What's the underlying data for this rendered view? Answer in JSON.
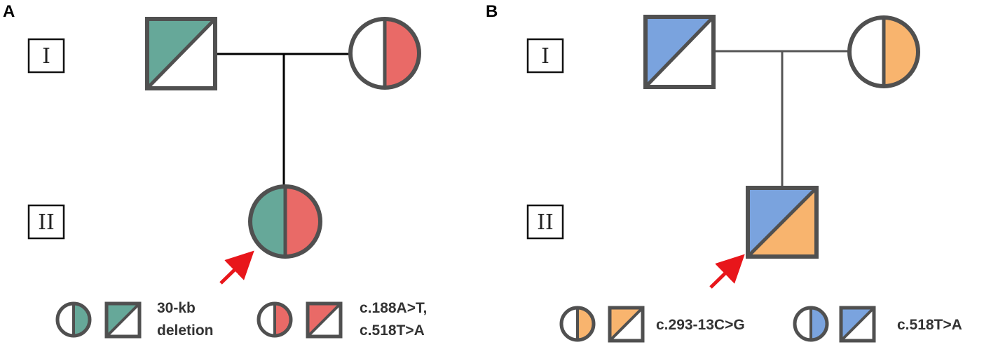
{
  "colors": {
    "outline": "#505050",
    "teal": "#66a899",
    "red": "#e96a67",
    "blue": "#7aa3de",
    "orange": "#f8b46e",
    "arrow": "#e8161b",
    "line_a": "#000000",
    "line_b": "#555555"
  },
  "panel_a": {
    "label": "A",
    "generations": [
      "I",
      "II"
    ],
    "legend": [
      {
        "lines": [
          "30-kb",
          "deletion"
        ],
        "color": "teal"
      },
      {
        "lines": [
          "c.188A>T,",
          "c.518T>A"
        ],
        "color": "red"
      }
    ]
  },
  "panel_b": {
    "label": "B",
    "generations": [
      "I",
      "II"
    ],
    "legend": [
      {
        "lines": [
          "c.293-13C>G"
        ],
        "color": "orange"
      },
      {
        "lines": [
          "c.518T>A"
        ],
        "color": "blue"
      }
    ]
  }
}
